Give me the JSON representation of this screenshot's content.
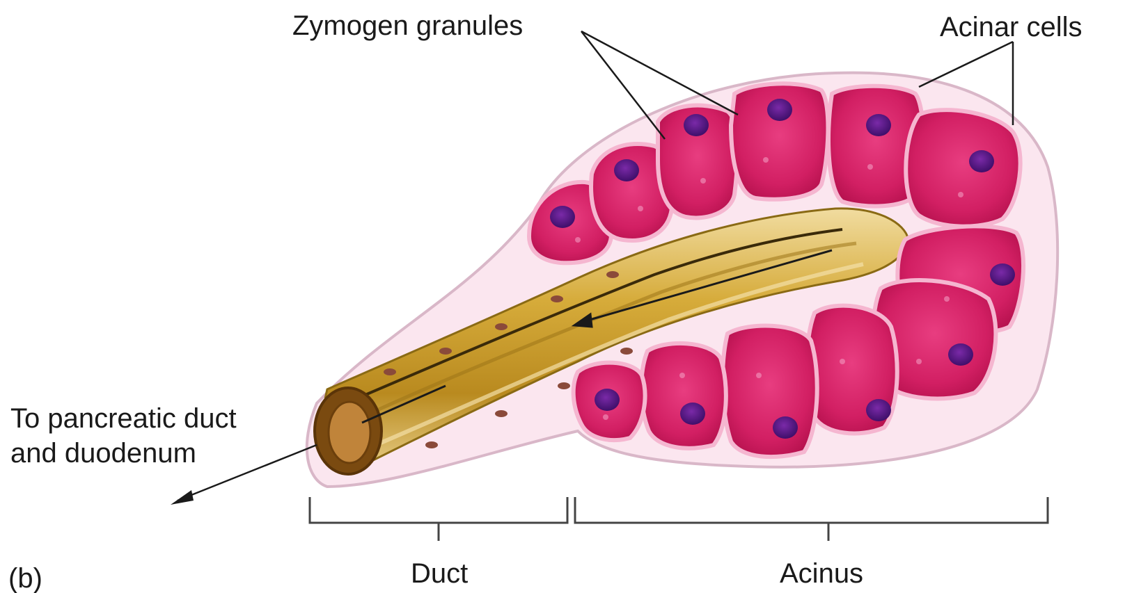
{
  "labels": {
    "zymogen_granules": "Zymogen granules",
    "acinar_cells": "Acinar cells",
    "to_pancreatic_line1": "To pancreatic duct",
    "to_pancreatic_line2": "and duodenum",
    "duct": "Duct",
    "acinus": "Acinus",
    "panel": "(b)"
  },
  "colors": {
    "cell_fill": "#d8246a",
    "cell_light": "#f0a3c5",
    "nucleus": "#5a1a8a",
    "duct_fill": "#c99a2a",
    "duct_light": "#e8d49a",
    "membrane": "#f3c8dc",
    "line": "#1a1a1a"
  }
}
